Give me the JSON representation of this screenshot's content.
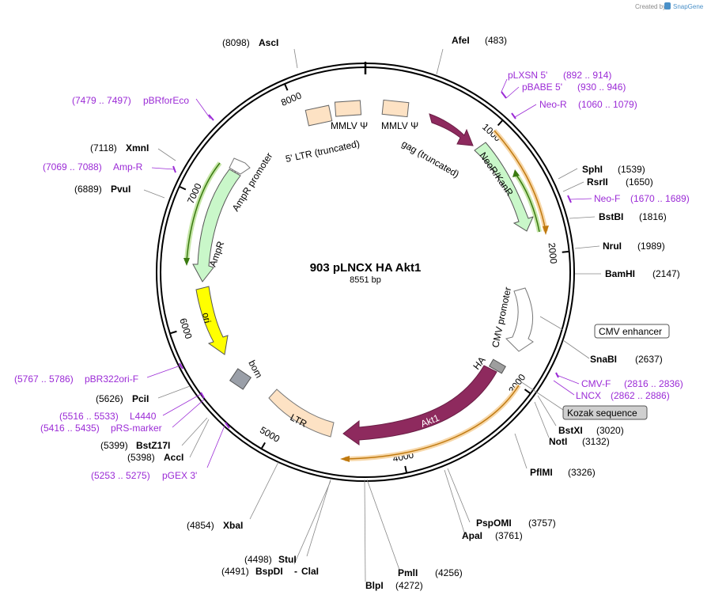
{
  "credit": {
    "prefix": "Created by",
    "brand": "SnapGene"
  },
  "plasmid": {
    "name": "903 pLNCX HA Akt1",
    "length_label": "8551 bp",
    "total_bp": 8551
  },
  "ticks": [
    {
      "bp": 1000,
      "label": "1000"
    },
    {
      "bp": 2000,
      "label": "2000"
    },
    {
      "bp": 3000,
      "label": "3000"
    },
    {
      "bp": 4000,
      "label": "4000"
    },
    {
      "bp": 5000,
      "label": "5000"
    },
    {
      "bp": 6000,
      "label": "6000"
    },
    {
      "bp": 7000,
      "label": "7000"
    },
    {
      "bp": 8000,
      "label": "8000"
    }
  ],
  "sites": [
    {
      "name": "AscI",
      "pos": "(8098)",
      "bp": 8098
    },
    {
      "name": "AfeI",
      "pos": "(483)",
      "bp": 483
    },
    {
      "name": "XmnI",
      "pos": "(7118)",
      "bp": 7118
    },
    {
      "name": "PvuI",
      "pos": "(6889)",
      "bp": 6889
    },
    {
      "name": "SphI",
      "pos": "(1539)",
      "bp": 1539
    },
    {
      "name": "RsrII",
      "pos": "(1650)",
      "bp": 1650
    },
    {
      "name": "BstBI",
      "pos": "(1816)",
      "bp": 1816
    },
    {
      "name": "NruI",
      "pos": "(1989)",
      "bp": 1989
    },
    {
      "name": "BamHI",
      "pos": "(2147)",
      "bp": 2147
    },
    {
      "name": "SnaBI",
      "pos": "(2637)",
      "bp": 2637
    },
    {
      "name": "BstXI",
      "pos": "(3020)",
      "bp": 3020
    },
    {
      "name": "NotI",
      "pos": "(3132)",
      "bp": 3132
    },
    {
      "name": "PflMI",
      "pos": "(3326)",
      "bp": 3326
    },
    {
      "name": "PspOMI",
      "pos": "(3757)",
      "bp": 3757
    },
    {
      "name": "ApaI",
      "pos": "(3761)",
      "bp": 3761
    },
    {
      "name": "PmlI",
      "pos": "(4256)",
      "bp": 4256
    },
    {
      "name": "BlpI",
      "pos": "(4272)",
      "bp": 4272
    },
    {
      "name": "StuI",
      "pos": "(4498)",
      "bp": 4498
    },
    {
      "name": "BspDI",
      "pos": "(4491)",
      "bp": 4491
    },
    {
      "name": "ClaI",
      "pos": "",
      "bp": 4491
    },
    {
      "name": "XbaI",
      "pos": "(4854)",
      "bp": 4854
    },
    {
      "name": "BstZ17I",
      "pos": "(5399)",
      "bp": 5399
    },
    {
      "name": "AccI",
      "pos": "(5398)",
      "bp": 5398
    },
    {
      "name": "PciI",
      "pos": "(5626)",
      "bp": 5626
    }
  ],
  "primers": [
    {
      "name": "pLXSN 5'",
      "range": "(892 .. 914)",
      "bp": 903
    },
    {
      "name": "pBABE 5'",
      "range": "(930 .. 946)",
      "bp": 938
    },
    {
      "name": "Neo-R",
      "range": "(1060 .. 1079)",
      "bp": 1070
    },
    {
      "name": "Neo-F",
      "range": "(1670 .. 1689)",
      "bp": 1680
    },
    {
      "name": "CMV-F",
      "range": "(2816 .. 2836)",
      "bp": 2826
    },
    {
      "name": "LNCX",
      "range": "(2862 .. 2886)",
      "bp": 2874
    },
    {
      "name": "pBRforEco",
      "range": "(7479 .. 7497)",
      "bp": 7488
    },
    {
      "name": "Amp-R",
      "range": "(7069 .. 7088)",
      "bp": 7078
    },
    {
      "name": "pBR322ori-F",
      "range": "(5767 .. 5786)",
      "bp": 5776
    },
    {
      "name": "L4440",
      "range": "(5516 .. 5533)",
      "bp": 5524
    },
    {
      "name": "pRS-marker",
      "range": "(5416 .. 5435)",
      "bp": 5425
    },
    {
      "name": "pGEX 3'",
      "range": "(5253 .. 5275)",
      "bp": 5264
    }
  ],
  "boxed_labels": [
    {
      "name": "CMV enhancer"
    },
    {
      "name": "Kozak sequence"
    }
  ],
  "features": [
    {
      "name": "5' LTR (truncated)",
      "kind": "box"
    },
    {
      "name": "MMLV Ψ",
      "kind": "box"
    },
    {
      "name": "MMLV Ψ",
      "kind": "box"
    },
    {
      "name": "gag (truncated)",
      "kind": "arrow"
    },
    {
      "name": "NeoR/KanR",
      "kind": "arrow"
    },
    {
      "name": "CMV promoter",
      "kind": "arrow"
    },
    {
      "name": "HA",
      "kind": "box"
    },
    {
      "name": "Akt1",
      "kind": "arrow"
    },
    {
      "name": "LTR",
      "kind": "box"
    },
    {
      "name": "bom",
      "kind": "box"
    },
    {
      "name": "ori",
      "kind": "arrow"
    },
    {
      "name": "AmpR",
      "kind": "arrow"
    },
    {
      "name": "AmpR promoter",
      "kind": "arrow"
    }
  ],
  "colors": {
    "backbone": "#000000",
    "primer": "#9b2bd6",
    "ltr": "#fde2c4",
    "gag": "#8e2a5e",
    "neor": "#c9f7c9",
    "cmv": "#ffffff",
    "akt1": "#8e2a5e",
    "ori": "#ffff00",
    "bom": "#9a9a9a",
    "ampr": "#c9f7c9",
    "orf_yellow": "#f0a030",
    "orf_green": "#5aa02c"
  }
}
